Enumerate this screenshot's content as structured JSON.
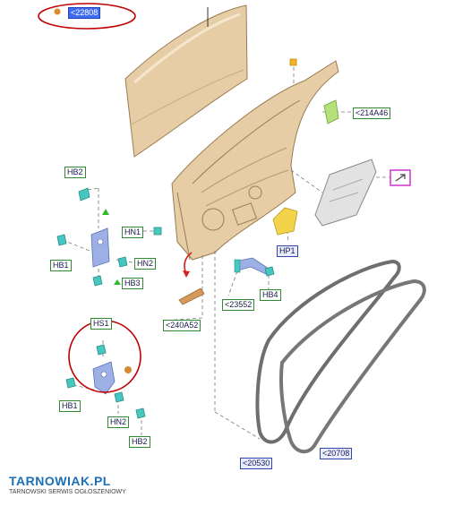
{
  "labels": {
    "p_22808": "<22808",
    "p_214A46": "<214A46",
    "p_HB2_top": "HB2",
    "p_HN1": "HN1",
    "p_HB1_top": "HB1",
    "p_HN2_top": "HN2",
    "p_HB3": "HB3",
    "p_HP1": "HP1",
    "p_23552": "<23552",
    "p_HB4": "HB4",
    "p_240A52": "<240A52",
    "p_HS1": "HS1",
    "p_HB1_bot": "HB1",
    "p_HN2_bot": "HN2",
    "p_HB2_bot": "HB2",
    "p_20530": "<20530",
    "p_20708": "<20708"
  },
  "watermark": {
    "name": "TARNOWIAK.PL",
    "tagline": "TARNOWSKI SERWIS OGŁOSZENIOWY"
  },
  "colors": {
    "door_fill": "#e6cda6",
    "door_stroke": "#9a7c52",
    "highlight_circle": "#c00000",
    "selected_label": "#3f6df0",
    "part_green": "#3bbf3b",
    "part_blue": "#7f96d8",
    "part_yellow": "#f3d34a",
    "seal": "#6e6e6e"
  },
  "icons": [
    "external-link-icon",
    "pin-icon",
    "bolt-icon",
    "arrow-icon"
  ]
}
